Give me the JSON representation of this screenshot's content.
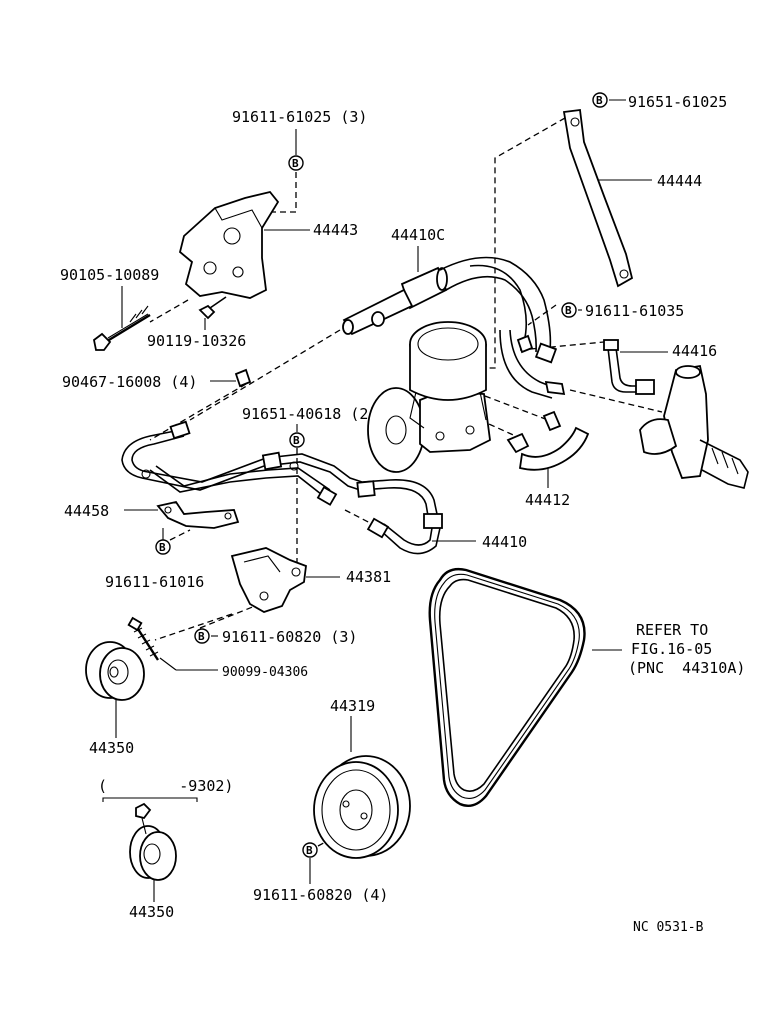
{
  "parts": {
    "p_9161161025": "91611-61025 (3)",
    "p_9165161025": "91651-61025",
    "p_44444": "44444",
    "p_44443": "44443",
    "p_44410c": "44410C",
    "p_9010510089": "90105-10089",
    "p_9011910326": "90119-10326",
    "p_9161161035": "91611-61035",
    "p_44416": "44416",
    "p_9046716008": "90467-16008 (4)",
    "p_9165140618": "91651-40618 (2)",
    "p_44412": "44412",
    "p_44458": "44458",
    "p_44410": "44410",
    "p_9161161016": "91611-61016",
    "p_44381": "44381",
    "p_9161160820_3": "91611-60820 (3)",
    "p_9009904306": "90099-04306",
    "p_44350_a": "44350",
    "p_44319": "44319",
    "p_bracket_range": "(        -9302)",
    "p_44350_b": "44350",
    "p_9161160820_4": "91611-60820 (4)"
  },
  "refer": {
    "line1": "REFER TO",
    "line2": "FIG.16-05",
    "line3": "(PNC  44310A)"
  },
  "badge_letter": "B",
  "figure_code": "NC 0531-B"
}
